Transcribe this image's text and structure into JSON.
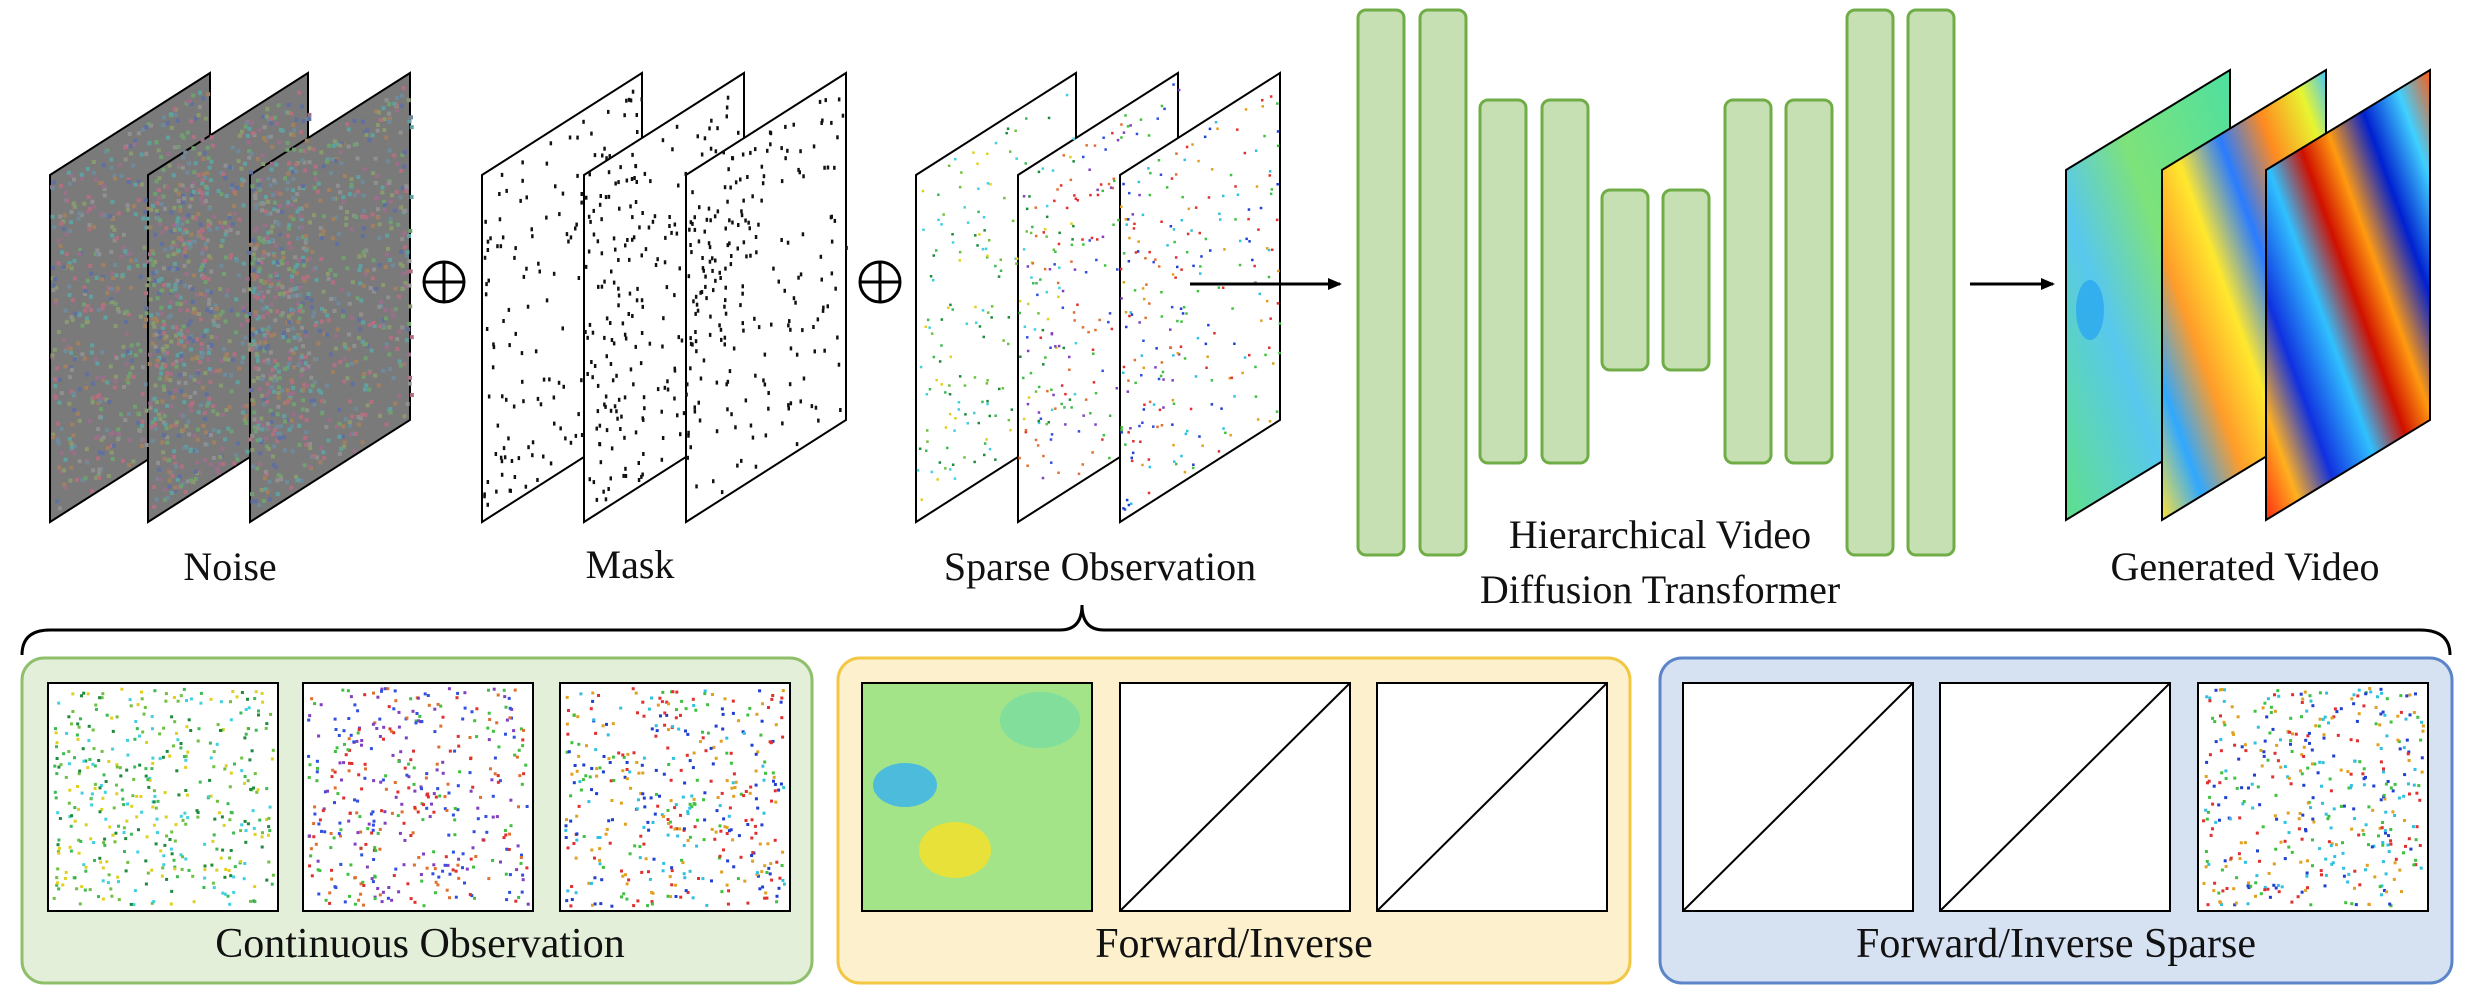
{
  "labels": {
    "noise": "Noise",
    "mask": "Mask",
    "sparse_observation": "Sparse Observation",
    "model_line1": "Hierarchical Video",
    "model_line2": "Diffusion Transformer",
    "generated_video": "Generated Video"
  },
  "operators": {
    "concat": "⊕"
  },
  "panels": [
    {
      "title": "Continuous Observation",
      "border": "#8fbf6a",
      "fill": "#e3efd9"
    },
    {
      "title": "Forward/Inverse",
      "border": "#f2c744",
      "fill": "#fdf0cd"
    },
    {
      "title": "Forward/Inverse Sparse",
      "border": "#5b85c8",
      "fill": "#d6e1f2"
    }
  ],
  "colors": {
    "block_fill": "#c6e0b4",
    "block_stroke": "#70ad47",
    "arrow": "#000000"
  }
}
